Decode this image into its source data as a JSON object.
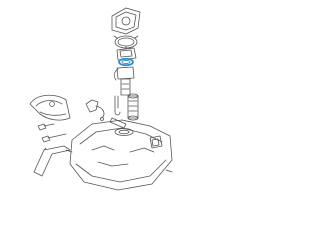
{
  "diagram": {
    "type": "exploded-parts-diagram",
    "background": "#ffffff",
    "line_color": "#555555",
    "highlight_color": "#2e8fc7",
    "highlighted_part": "gasket",
    "parts": [
      {
        "name": "cover-plate",
        "icon": "ring-plate"
      },
      {
        "name": "lock-ring",
        "icon": "lock-ring"
      },
      {
        "name": "pump-module-flange",
        "icon": "flange"
      },
      {
        "name": "gasket",
        "icon": "o-ring",
        "highlighted": true
      },
      {
        "name": "fuel-pump-assembly",
        "icon": "pump-body"
      },
      {
        "name": "fuel-filter",
        "icon": "filter-sock"
      },
      {
        "name": "sender-bracket",
        "icon": "bracket"
      },
      {
        "name": "heat-shield",
        "icon": "shield"
      },
      {
        "name": "connector-harness",
        "icon": "wire-connector"
      },
      {
        "name": "bolts",
        "icon": "bolt"
      },
      {
        "name": "strap",
        "icon": "strap"
      },
      {
        "name": "small-cap",
        "icon": "cap"
      },
      {
        "name": "fuel-tank",
        "icon": "tank"
      }
    ]
  }
}
